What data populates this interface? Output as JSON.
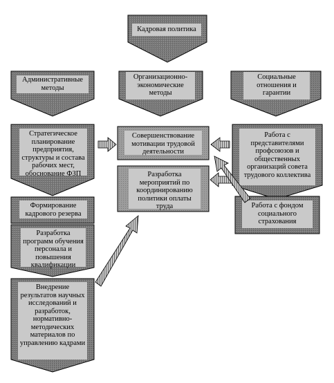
{
  "top": {
    "label": "Кадровая политика"
  },
  "methods": [
    {
      "label": "Административные методы"
    },
    {
      "label": "Организационно-экономические методы"
    },
    {
      "label": "Социальные отношения и гарантии"
    }
  ],
  "admin_items": [
    {
      "label": "Стратегическое планирование предприятия, структуры и состава рабочих мест, обоснование ФЗП"
    },
    {
      "label": "Формирование кадрового резерва"
    },
    {
      "label": "Разработка программ обучения персонала и повышения квалификации"
    },
    {
      "label": "Внедрение результатов научных исследований и разработок, нормативно-методических материалов по управлению кадрами"
    }
  ],
  "econ_items": [
    {
      "label": "Совершенствование мотивации трудовой деятельности"
    },
    {
      "label": "Разработка мероприятий по координированию политики оплаты труда"
    }
  ],
  "social_items": [
    {
      "label": "Работа с представителями профсоюзов и общественных организаций совета трудового коллектива"
    },
    {
      "label": "Работа с фондом социального страхования"
    }
  ]
}
